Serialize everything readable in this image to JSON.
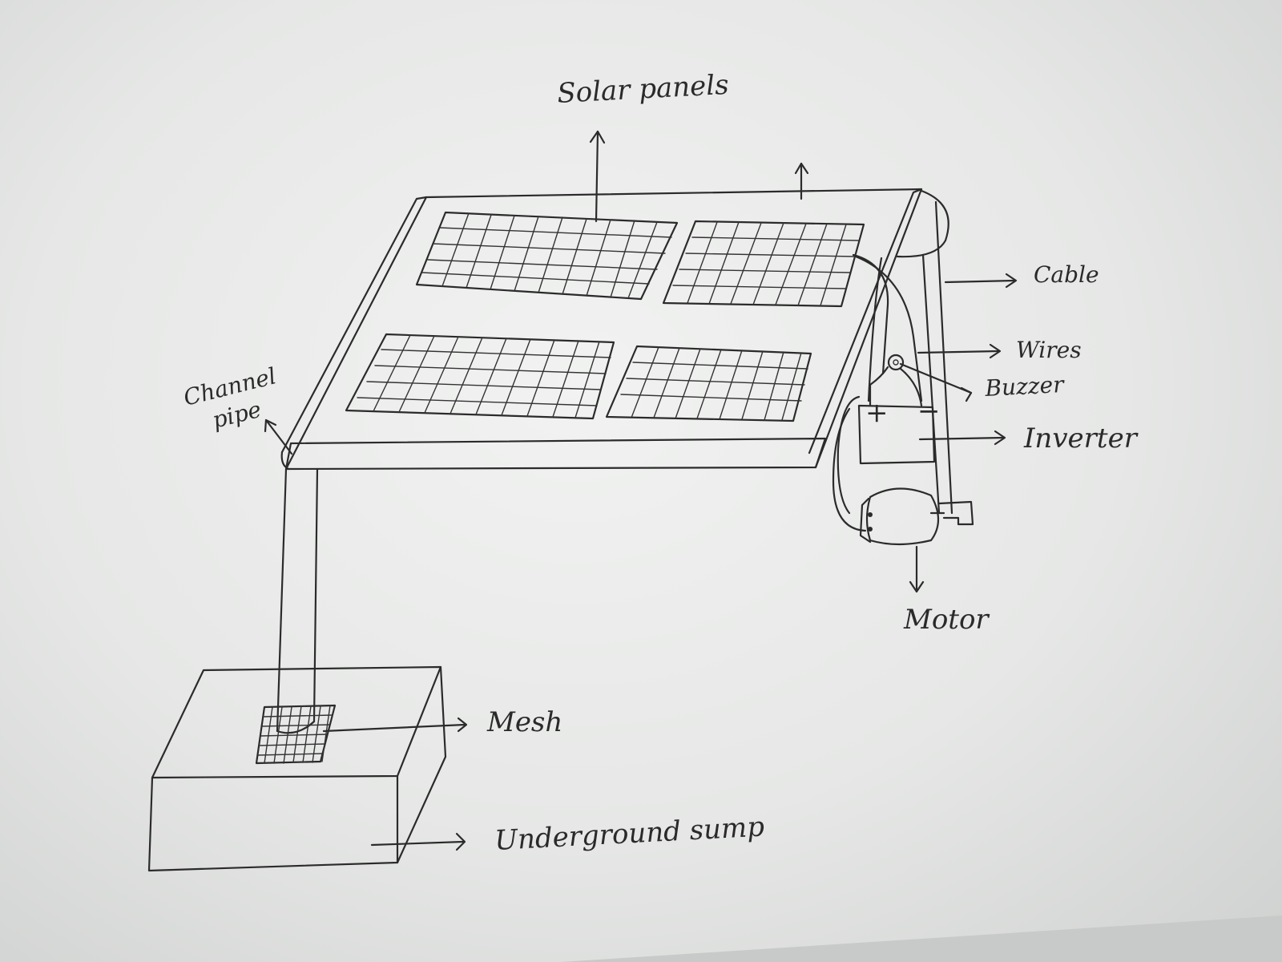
{
  "diagram": {
    "labels": {
      "solar_panels": "Solar panels",
      "cable": "Cable",
      "wires": "Wires",
      "buzzer": "Buzzer",
      "inverter": "Inverter",
      "channel_pipe_line1": "Channel",
      "channel_pipe_line2": "pipe",
      "motor": "Motor",
      "mesh": "Mesh",
      "underground_sump": "Underground sump"
    },
    "inverter_terminals": {
      "positive": "+",
      "negative": "−"
    },
    "colors": {
      "ink": "#2b2b2b",
      "paper": "#e9eae9"
    }
  }
}
